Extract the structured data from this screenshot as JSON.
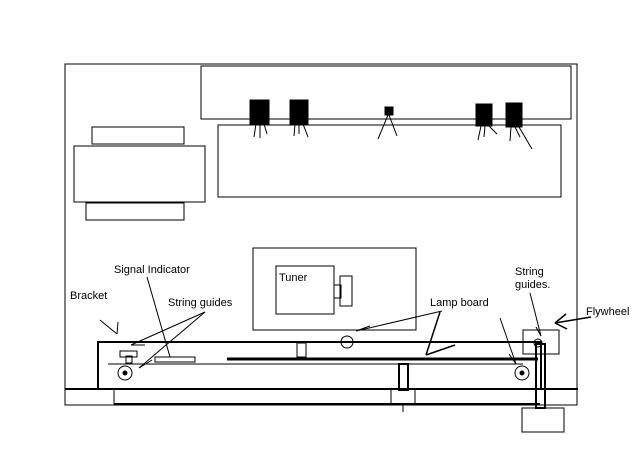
{
  "labels": {
    "signal_indicator": "Signal Indicator",
    "bracket": "Bracket",
    "string_guides_left": "String guides",
    "tuner": "Tuner",
    "lamp_board": "Lamp board",
    "string_guides_right_line1": "String",
    "string_guides_right_line2": "guides.",
    "flywheel": "Flywheel"
  }
}
